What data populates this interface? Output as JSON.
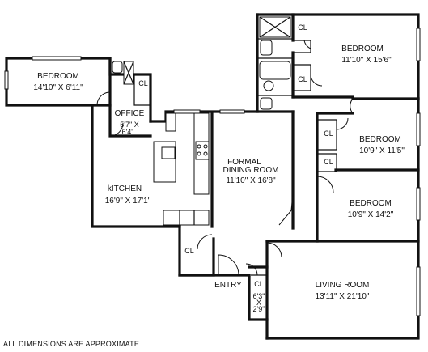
{
  "rooms": {
    "bedroom_west": {
      "name": "BEDROOM",
      "size": "14'10\" X 6'11\""
    },
    "office": {
      "name": "OFFICE",
      "size_a": "5'7\" X",
      "size_b": "6'4\""
    },
    "kitchen": {
      "name": "kITCHEN",
      "size": "16'9\" X 17'1\""
    },
    "dining": {
      "name_a": "FORMAL",
      "name_b": "DINING ROOM",
      "size": "11'10\" X 16'8\""
    },
    "bedroom_ne": {
      "name": "BEDROOM",
      "size": "11'10\" X 15'6\""
    },
    "bedroom_e1": {
      "name": "BEDROOM",
      "size": "10'9\" X 11'5\""
    },
    "bedroom_e2": {
      "name": "BEDROOM",
      "size": "10'9\" X 14'2\""
    },
    "living": {
      "name": "LIVING ROOM",
      "size": "13'11\" X 21'10\""
    },
    "entry": {
      "name": "ENTRY"
    },
    "entry_closet": {
      "name": "CL",
      "size_a": "6'3\"",
      "size_b": "X",
      "size_c": "2'9\""
    }
  },
  "closet_label": "CL",
  "footer_note": "ALL DIMENSIONS ARE APPROXIMATE"
}
